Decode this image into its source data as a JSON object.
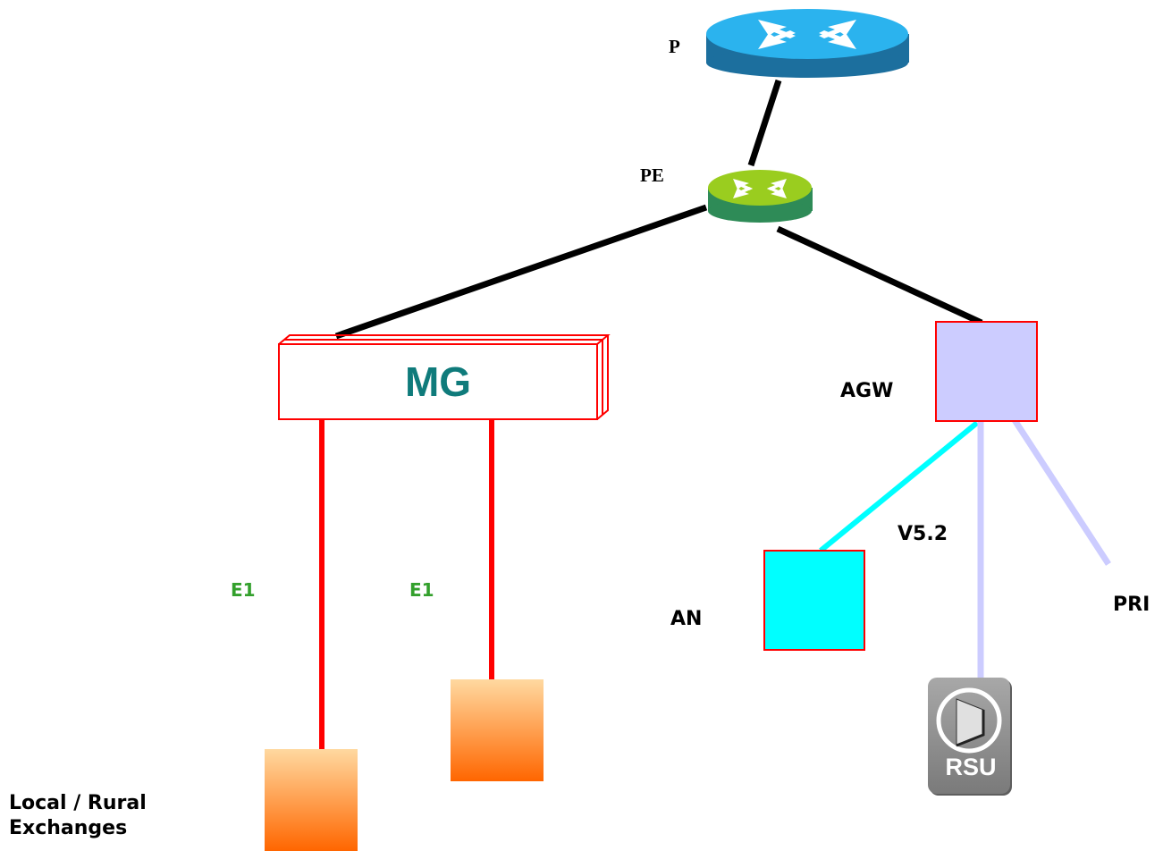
{
  "nodes": {
    "p_router": {
      "label": "P"
    },
    "pe_router": {
      "label": "PE"
    },
    "mg": {
      "label": "MG"
    },
    "agw": {
      "label": "AGW"
    },
    "an": {
      "label": "AN"
    },
    "rsu": {
      "label": "RSU"
    },
    "exchanges": {
      "label_line1": "Local / Rural",
      "label_line2": "Exchanges"
    }
  },
  "links": {
    "e1_left": "E1",
    "e1_right": "E1",
    "v52": "V5.2",
    "pri": "PRI"
  },
  "colors": {
    "backbone_link": "#000000",
    "e1_link": "#ff0000",
    "v52_link": "#00ffff",
    "agw_link": "#ccccff",
    "agw_fill": "#ccccff",
    "an_fill": "#00ffff",
    "mg_border": "#ff0000",
    "p_router": "#1e90c8",
    "pe_router": "#8fc31f",
    "exchange_top": "#ffd9a0",
    "exchange_bottom": "#ff6600"
  },
  "icons": {
    "p_router": "router-icon",
    "pe_router": "router-icon",
    "rsu": "rsu-icon"
  }
}
